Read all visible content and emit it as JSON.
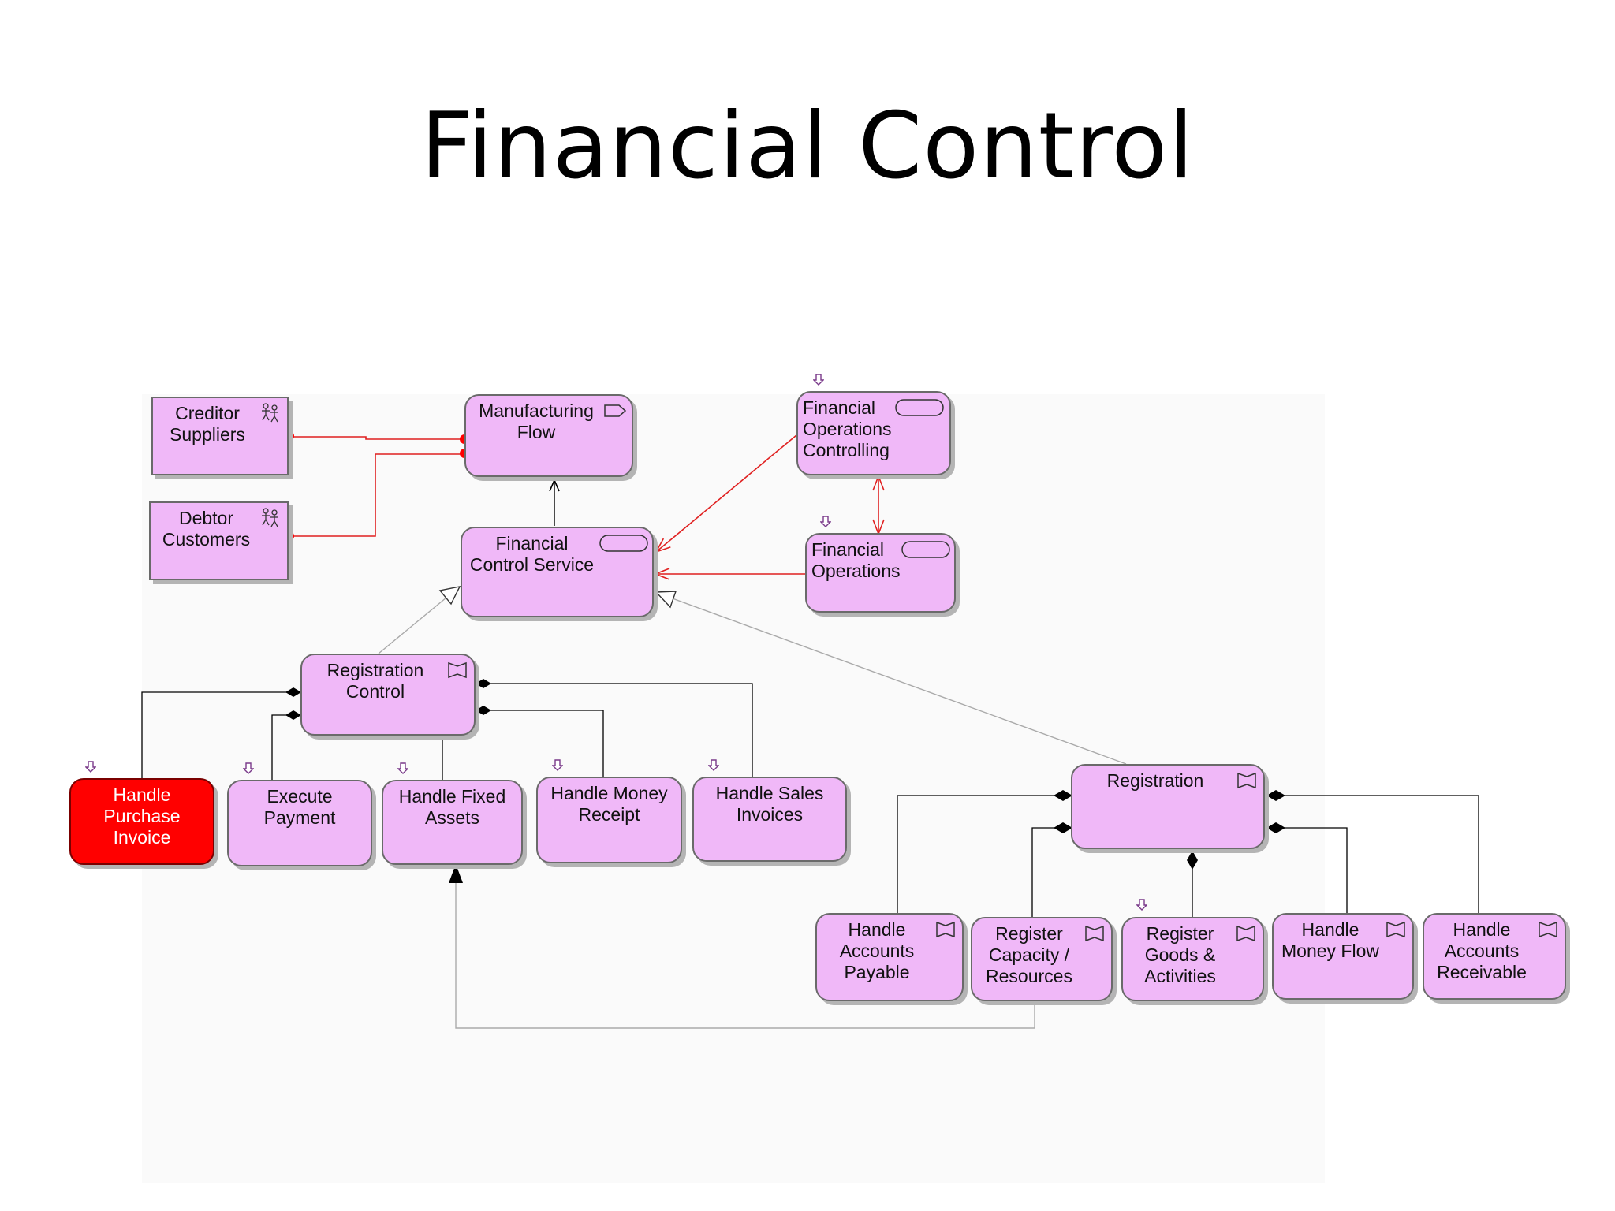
{
  "title": "Financial Control",
  "colors": {
    "node_fill": "#f0b8f8",
    "highlight_fill": "#ff0000",
    "red_connector": "#e02020",
    "black_connector": "#000000",
    "gray_connector": "#aaaaaa"
  },
  "nodes": {
    "creditor_suppliers": {
      "label": "Creditor\nSuppliers",
      "icon": "actor-icon"
    },
    "debtor_customers": {
      "label": "Debtor\nCustomers",
      "icon": "actor-icon"
    },
    "manufacturing_flow": {
      "label": "Manufacturing\nFlow",
      "icon": "process-arrow-icon"
    },
    "financial_operations_controlling": {
      "label": "Financial\nOperations\nControlling",
      "icon": "service-icon"
    },
    "financial_control_service": {
      "label": "Financial\nControl Service",
      "icon": "service-icon"
    },
    "financial_operations": {
      "label": "Financial\nOperations",
      "icon": "service-icon"
    },
    "registration_control": {
      "label": "Registration\nControl",
      "icon": "function-icon"
    },
    "handle_purchase_invoice": {
      "label": "Handle\nPurchase\nInvoice",
      "icon": "function-icon"
    },
    "execute_payment": {
      "label": "Execute\nPayment",
      "icon": "function-icon"
    },
    "handle_fixed_assets": {
      "label": "Handle Fixed\nAssets",
      "icon": "function-icon"
    },
    "handle_money_receipt": {
      "label": "Handle Money\nReceipt",
      "icon": "function-icon"
    },
    "handle_sales_invoices": {
      "label": "Handle Sales\nInvoices",
      "icon": "function-icon"
    },
    "registration": {
      "label": "Registration",
      "icon": "function-icon"
    },
    "handle_accounts_payable": {
      "label": "Handle\nAccounts\nPayable",
      "icon": "function-icon"
    },
    "register_capacity_resources": {
      "label": "Register\nCapacity /\nResources",
      "icon": "function-icon"
    },
    "register_goods_activities": {
      "label": "Register\nGoods &\nActivities",
      "icon": "function-icon"
    },
    "handle_money_flow": {
      "label": "Handle\nMoney Flow",
      "icon": "function-icon"
    },
    "handle_accounts_receivable": {
      "label": "Handle\nAccounts\nReceivable",
      "icon": "function-icon"
    }
  }
}
